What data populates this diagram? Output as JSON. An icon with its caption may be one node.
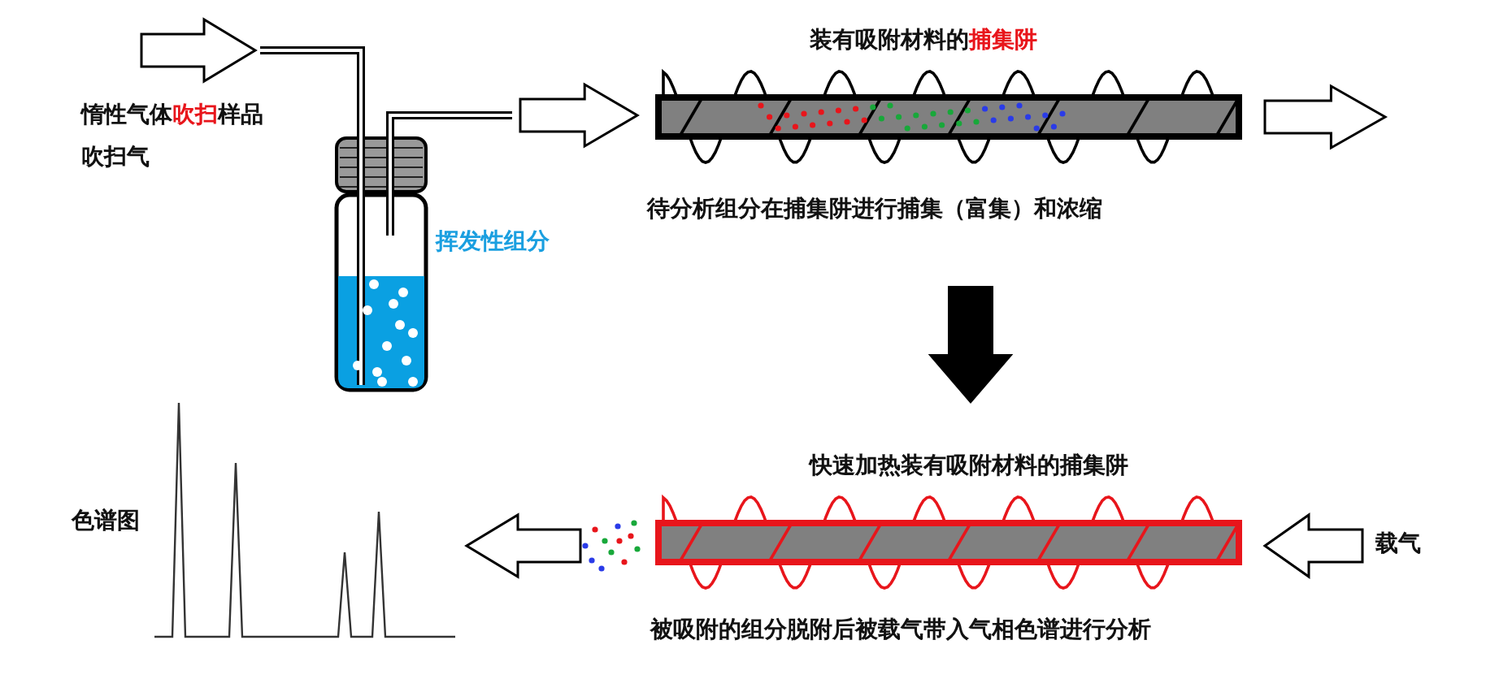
{
  "diagram": {
    "nodes": [
      {
        "text": [],
        "shape": "picture",
        "beside": [
          "挥发性组分"
        ]
      },
      {
        "text": [
          "装有吸附材料的**捕集阱**"
        ],
        "beside": [
          "待分析组分在捕集阱进行捕集（富集）和浓缩"
        ]
      },
      {
        "text": [
          "快速加热装有吸附材料的捕集阱"
        ],
        "beside": [
          "被吸附的组分脱附后被载气带入气相色谱进行分析"
        ]
      },
      {
        "text": [],
        "shape": "picture",
        "beside": [
          "色谱图"
        ]
      }
    ],
    "edges": [
      {
        "from": null,
        "to": 0,
        "arrow": "to",
        "label": "吹扫气"
      },
      {
        "from": 0,
        "to": 1,
        "arrow": "to"
      },
      {
        "from": 1,
        "to": null,
        "arrow": "to"
      },
      {
        "from": 1,
        "to": 2,
        "arrow": "to",
        "style": "thick"
      },
      {
        "from": null,
        "to": 2,
        "arrow": "to",
        "label": "载气"
      },
      {
        "from": 2,
        "to": 3,
        "arrow": "to"
      }
    ],
    "labels": [
      "惰性气体**吹扫**样品"
    ]
  }
}
